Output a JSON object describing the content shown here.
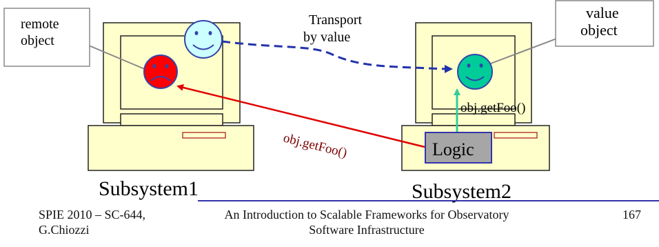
{
  "callouts": {
    "remote_object": [
      "remote",
      "object"
    ],
    "value_object": [
      "value",
      "object"
    ]
  },
  "transport_label": [
    "Transport",
    "by value"
  ],
  "calls": {
    "remote_call": "obj.getFoo()",
    "local_call": "obj.getFoo()"
  },
  "logic_label": "Logic",
  "subsystems": {
    "left": "Subsystem1",
    "right": "Subsystem2"
  },
  "footer": {
    "left_line1": "SPIE 2010 – SC-644,",
    "left_line2": "G.Chiozzi",
    "center_line1": "An Introduction to Scalable Frameworks for Observatory",
    "center_line2": "Software Infrastructure",
    "page_number": "167"
  },
  "colors": {
    "computer_fill": "#ffffcc",
    "computer_stroke": "#222222",
    "remote_face": "#ff0000",
    "transport_face": "#ccffff",
    "value_face": "#00cc99",
    "remote_arrow": "#e00000",
    "local_arrow": "#33cc99",
    "transport_arrow": "#2233aa",
    "logic_fill": "#a6a6a6",
    "logic_border": "#3333aa",
    "footer_rule": "#3333aa"
  }
}
